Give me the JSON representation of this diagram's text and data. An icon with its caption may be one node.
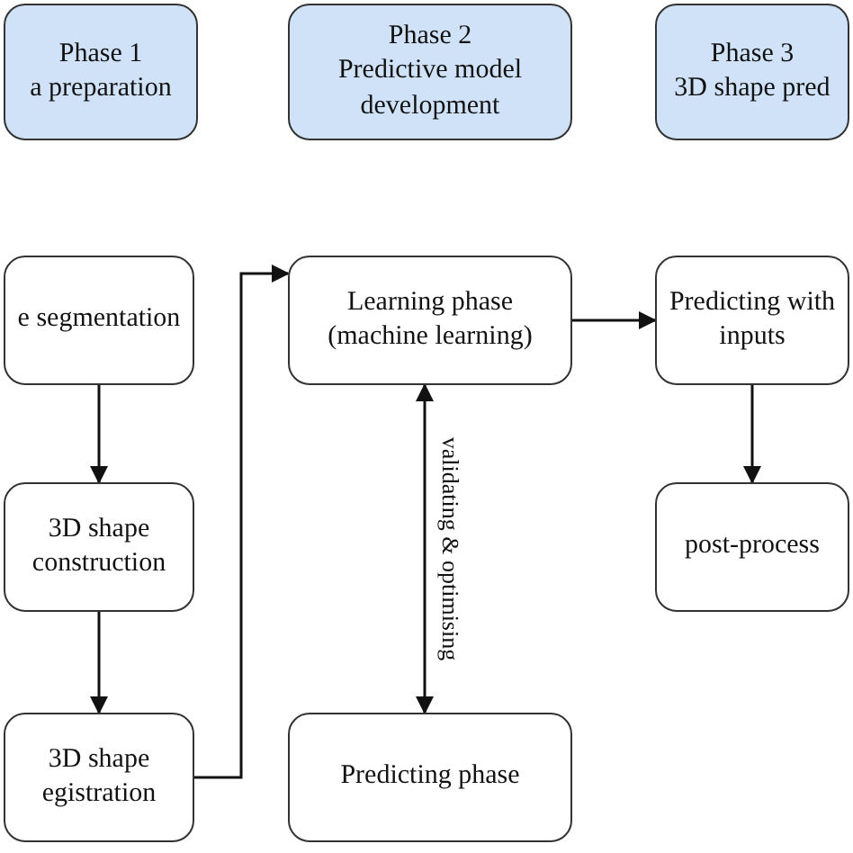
{
  "diagram": {
    "nodes": [
      {
        "text": [
          "Phase 1",
          "a preparation"
        ]
      },
      {
        "text": [
          "Phase 2",
          "Predictive model development"
        ]
      },
      {
        "text": [
          "Phase 3",
          "3D shape pred"
        ]
      },
      {
        "text": [
          "e segmentation"
        ]
      },
      {
        "text": [
          "3D shape construction"
        ]
      },
      {
        "text": [
          "3D shape egistration"
        ]
      },
      {
        "text": [
          "Learning phase (machine learning)"
        ]
      },
      {
        "text": [
          "Predicting phase"
        ]
      },
      {
        "text": [
          "Predicting with inputs"
        ]
      },
      {
        "text": [
          "post-process"
        ]
      }
    ],
    "edges": [
      {
        "from": 3,
        "to": 4,
        "arrow": "to"
      },
      {
        "from": 4,
        "to": 5,
        "arrow": "to"
      },
      {
        "from": 5,
        "to": 6,
        "arrow": "to"
      },
      {
        "from": 6,
        "to": 7,
        "arrow": "both",
        "label": "validating & optimising"
      },
      {
        "from": 6,
        "to": 8,
        "arrow": "to"
      },
      {
        "from": 8,
        "to": 9,
        "arrow": "to"
      }
    ]
  }
}
